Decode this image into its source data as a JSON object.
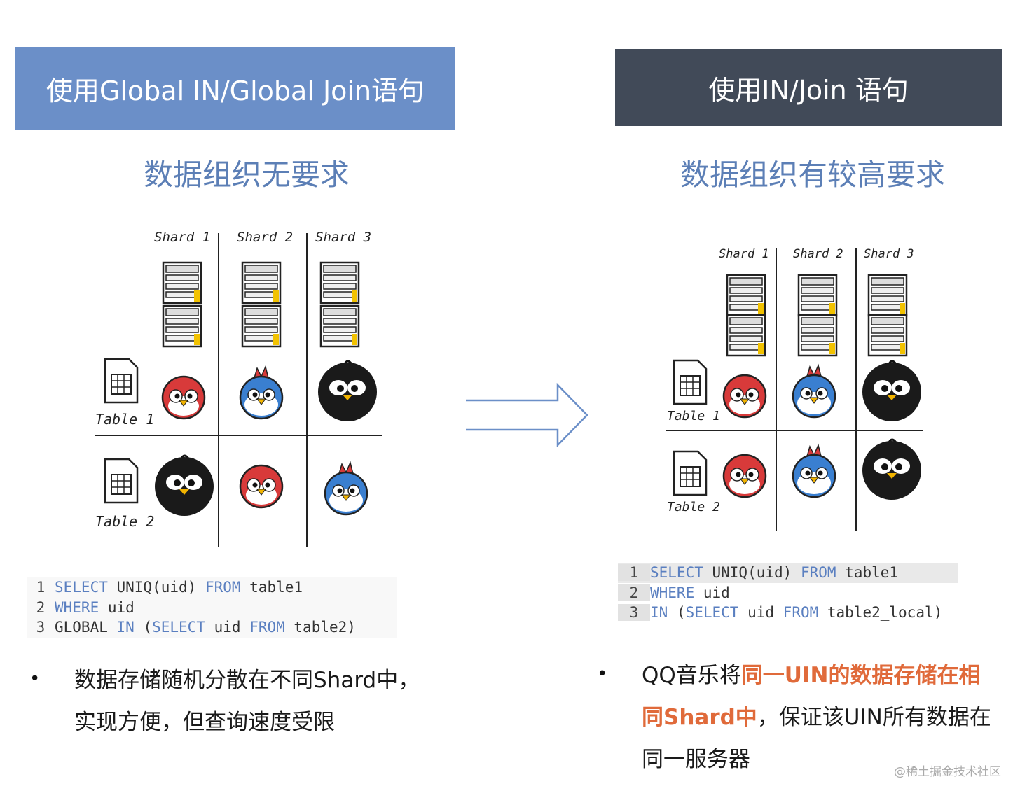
{
  "left": {
    "header": "使用Global IN/Global Join语句",
    "subtitle": "数据组织无要求",
    "shards": [
      "Shard 1",
      "Shard 2",
      "Shard 3"
    ],
    "tables": [
      "Table 1",
      "Table 2"
    ],
    "code_lines": [
      {
        "num": "1",
        "parts": [
          {
            "t": "SELECT",
            "k": true
          },
          {
            "t": " UNIQ(uid) ",
            "k": false
          },
          {
            "t": "FROM",
            "k": true
          },
          {
            "t": " table1",
            "k": false
          }
        ]
      },
      {
        "num": "2",
        "parts": [
          {
            "t": "WHERE",
            "k": true
          },
          {
            "t": " uid",
            "k": false
          }
        ]
      },
      {
        "num": "3",
        "parts": [
          {
            "t": "GLOBAL ",
            "k": false
          },
          {
            "t": "IN",
            "k": true
          },
          {
            "t": " (",
            "k": false
          },
          {
            "t": "SELECT",
            "k": true
          },
          {
            "t": " uid ",
            "k": false
          },
          {
            "t": "FROM",
            "k": true
          },
          {
            "t": " table2)",
            "k": false
          }
        ]
      }
    ],
    "bullet_line1": "数据存储随机分散在不同Shard中，",
    "bullet_line2": "实现方便，但查询速度受限"
  },
  "right": {
    "header": "使用IN/Join 语句",
    "subtitle": "数据组织有较高要求",
    "shards": [
      "Shard 1",
      "Shard 2",
      "Shard 3"
    ],
    "tables": [
      "Table 1",
      "Table 2"
    ],
    "code_lines": [
      {
        "num": "1",
        "parts": [
          {
            "t": "SELECT",
            "k": true
          },
          {
            "t": " UNIQ(uid) ",
            "k": false
          },
          {
            "t": "FROM",
            "k": true
          },
          {
            "t": " table1",
            "k": false
          }
        ]
      },
      {
        "num": "2",
        "parts": [
          {
            "t": "WHERE",
            "k": true
          },
          {
            "t": " uid",
            "k": false
          }
        ]
      },
      {
        "num": "3",
        "parts": [
          {
            "t": "IN",
            "k": true
          },
          {
            "t": " (",
            "k": false
          },
          {
            "t": "SELECT",
            "k": true
          },
          {
            "t": " uid ",
            "k": false
          },
          {
            "t": "FROM",
            "k": true
          },
          {
            "t": " table2_local)",
            "k": false
          }
        ]
      }
    ],
    "bullet_pre": "QQ音乐将",
    "bullet_hl1": "同一UIN的数据存储在相",
    "bullet_hl2": "同Shard中",
    "bullet_mid": "，保证该UIN所有数据在",
    "bullet_line3": "同一服务器"
  },
  "bullet_symbol": "•",
  "watermark": "@稀土掘金技术社区",
  "colors": {
    "left_header_bg": "#6b8fc8",
    "right_header_bg": "#414a58",
    "subtitle": "#5c7fb6",
    "keyword": "#5a7fc0",
    "highlight": "#e06a3a",
    "red_bird": "#d83a3a",
    "blue_bird": "#3a7fd0",
    "black_bird": "#1a1a1a"
  }
}
